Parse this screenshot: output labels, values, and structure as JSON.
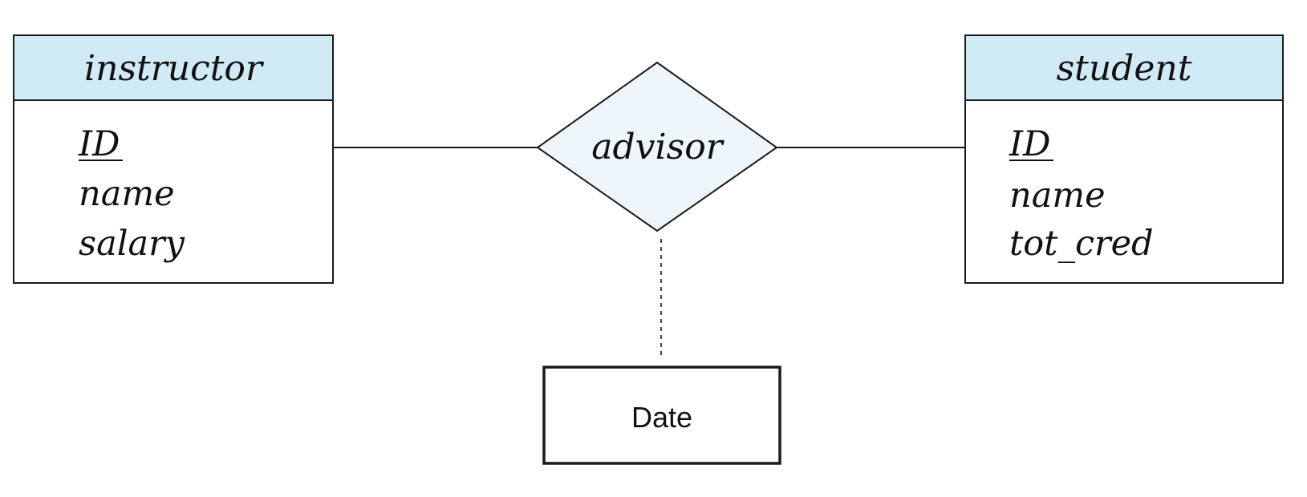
{
  "entities": [
    {
      "name": "instructor",
      "attributes": [
        {
          "text": "ID",
          "primary_key": true
        },
        {
          "text": "name",
          "primary_key": false
        },
        {
          "text": "salary",
          "primary_key": false
        }
      ]
    },
    {
      "name": "student",
      "attributes": [
        {
          "text": "ID",
          "primary_key": true
        },
        {
          "text": "name",
          "primary_key": false
        },
        {
          "text": "tot_cred",
          "primary_key": false
        }
      ]
    }
  ],
  "relationship": {
    "name": "advisor",
    "attribute": "Date"
  },
  "colors": {
    "entity_header_fill": "#d0eaf6",
    "relationship_fill": "#eef6fc",
    "stroke": "#1a1a1a"
  }
}
